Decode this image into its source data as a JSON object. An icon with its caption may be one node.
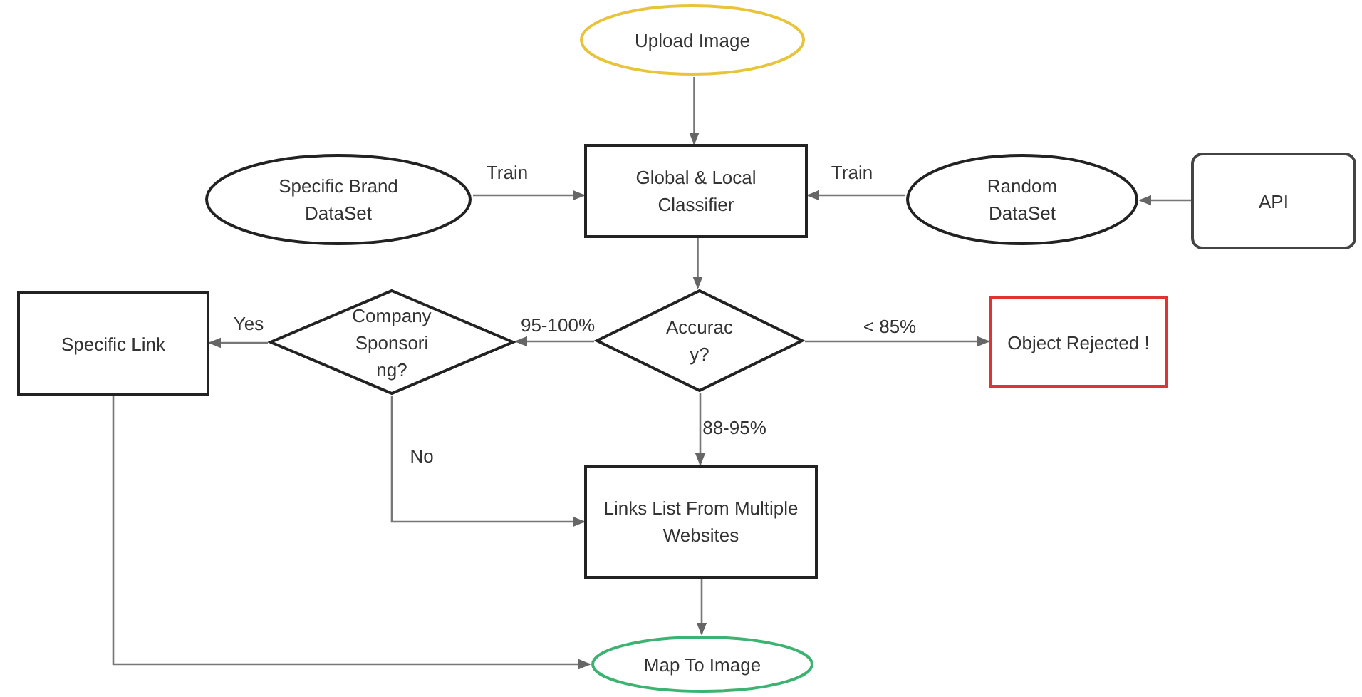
{
  "diagram": {
    "nodes": [
      {
        "text": [
          "Upload Image"
        ]
      },
      {
        "text": [
          "Global & Local Classifier"
        ]
      },
      {
        "text": [
          "Specific Brand DataSet"
        ]
      },
      {
        "text": [
          "Random DataSet"
        ]
      },
      {
        "text": [
          "API"
        ]
      },
      {
        "text": [
          "Specific Link"
        ]
      },
      {
        "text": [
          "Company Sponsori ng?"
        ]
      },
      {
        "text": [
          "Accurac y?"
        ]
      },
      {
        "text": [
          "Object Rejected !"
        ]
      },
      {
        "text": [
          "Links List From Multiple Websites"
        ]
      },
      {
        "text": [
          "Map To Image"
        ]
      }
    ],
    "edges": [
      {
        "from": 0,
        "to": 1,
        "arrow": "to"
      },
      {
        "from": 2,
        "to": 1,
        "arrow": "to",
        "label": "Train"
      },
      {
        "from": 3,
        "to": 1,
        "arrow": "to",
        "label": "Train"
      },
      {
        "from": 4,
        "to": 3,
        "arrow": "to"
      },
      {
        "from": 1,
        "to": 7,
        "arrow": "to"
      },
      {
        "from": 7,
        "to": 6,
        "arrow": "to",
        "label": "95-100%"
      },
      {
        "from": 6,
        "to": 5,
        "arrow": "to",
        "label": "Yes"
      },
      {
        "from": 7,
        "to": 8,
        "arrow": "to",
        "label": "< 85%"
      },
      {
        "from": 7,
        "to": 9,
        "arrow": "to",
        "label": "88-95%"
      },
      {
        "from": 6,
        "to": 9,
        "arrow": "to",
        "label": "No"
      },
      {
        "from": 5,
        "to": 10,
        "arrow": "to"
      },
      {
        "from": 9,
        "to": 10,
        "arrow": "to"
      }
    ]
  }
}
